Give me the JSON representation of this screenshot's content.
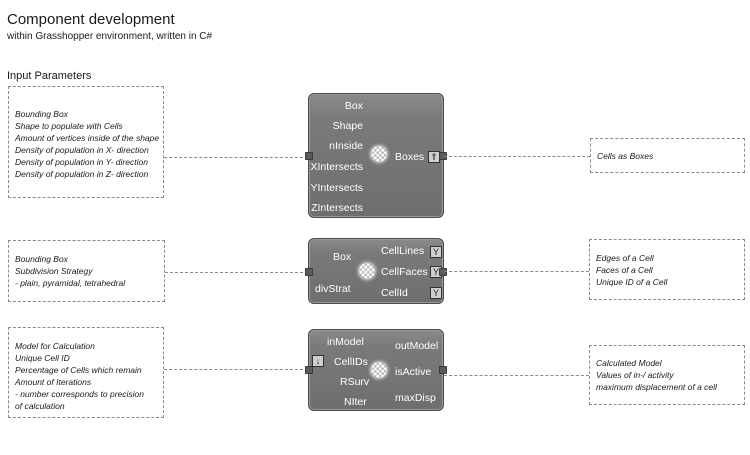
{
  "header": {
    "title": "Component development",
    "subtitle": "within Grasshopper environment, written in C#",
    "section": "Input Parameters"
  },
  "component1": {
    "inputs": [
      "Box",
      "Shape",
      "nInside",
      "XIntersects",
      "YIntersects",
      "ZIntersects"
    ],
    "outputs": [
      "Boxes"
    ],
    "input_note": [
      "Bounding Box",
      "Shape to populate with Cells",
      "Amount of vertices inside of the shape",
      "Density of population in X- direction",
      "Density of population in Y- direction",
      "Density of population in Z- direction"
    ],
    "output_note": [
      "Cells as Boxes"
    ]
  },
  "component2": {
    "inputs": [
      "Box",
      "divStrat"
    ],
    "outputs": [
      "CellLines",
      "CellFaces",
      "CellId"
    ],
    "input_note": [
      "Bounding Box",
      "Subdivision Strategy",
      "- plain, pyramidal, tetrahedral"
    ],
    "output_note": [
      "Edges of a Cell",
      "Faces of a Cell",
      "Unique ID of a Cell"
    ]
  },
  "component3": {
    "inputs": [
      "inModel",
      "CellIDs",
      "RSurv",
      "NIter"
    ],
    "outputs": [
      "outModel",
      "isActive",
      "maxDisp"
    ],
    "input_note": [
      "Model for Calculation",
      "Unique Cell ID",
      "Percentage of Cells which remain",
      "Amount of Iterations",
      "- number corresponds to precision",
      "of calculation"
    ],
    "output_note": [
      "Calculated Model",
      "Values of in-/ activity",
      "maximum displacement of a cell"
    ]
  },
  "icons": {
    "tree_output": "tree-icon",
    "graft_output": "graft-icon",
    "flatten_input": "flatten-icon"
  }
}
